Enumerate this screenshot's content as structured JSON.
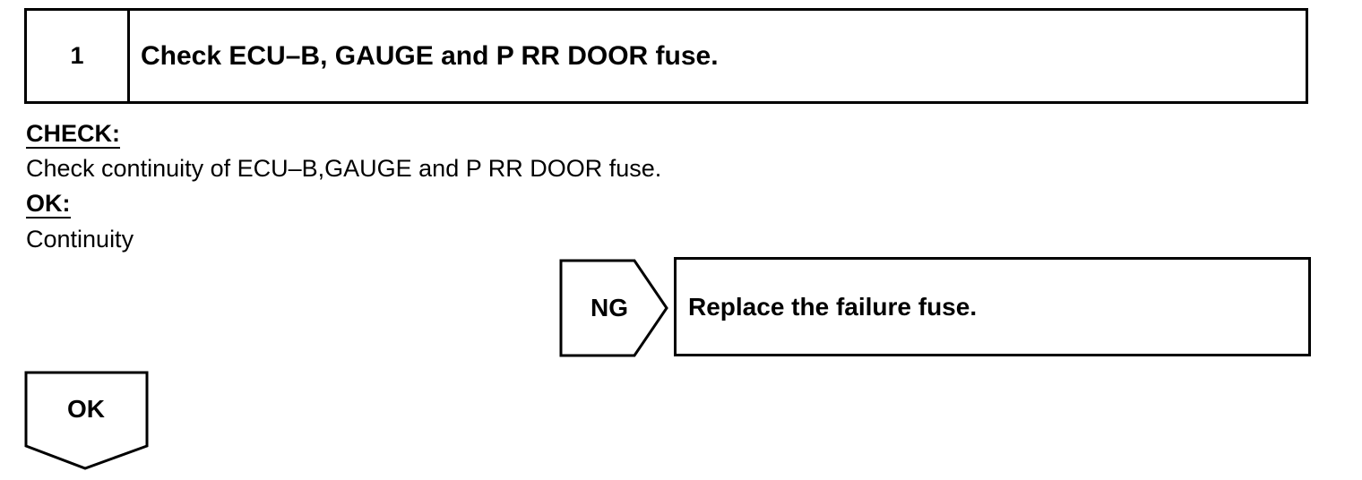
{
  "step": {
    "number": "1",
    "title": "Check ECU–B, GAUGE and P RR DOOR fuse."
  },
  "check": {
    "label": "CHECK:",
    "text": "Check continuity of ECU–B,GAUGE and P RR DOOR fuse."
  },
  "ok": {
    "label": "OK:",
    "text": "Continuity"
  },
  "ng_branch": {
    "label": "NG",
    "action": "Replace the failure fuse."
  },
  "ok_branch": {
    "label": "OK"
  }
}
